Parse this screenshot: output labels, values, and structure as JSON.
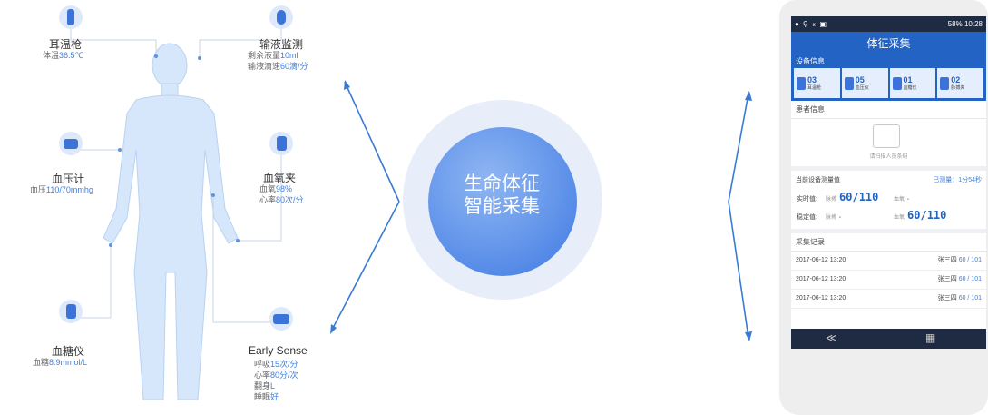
{
  "center": {
    "line1": "生命体征",
    "line2": "智能采集"
  },
  "devices": {
    "ear": {
      "title": "耳温枪",
      "l1_pre": "体温",
      "l1_val": "36.5℃"
    },
    "infusion": {
      "title": "输液监测",
      "l1_pre": "剩余液量",
      "l1_val": "10ml",
      "l2_pre": "输液滴速",
      "l2_val": "60滴/分"
    },
    "bp": {
      "title": "血压计",
      "l1_pre": "血压",
      "l1_val": "110/70mmhg"
    },
    "oxygen": {
      "title": "血氧夹",
      "l1_pre": "血氧",
      "l1_val": "98%",
      "l2_pre": "心率",
      "l2_val": "80次/分"
    },
    "glucose": {
      "title": "血糖仪",
      "l1_pre": "血糖",
      "l1_val": "8.9mmol/L"
    },
    "early": {
      "title": "Early Sense",
      "l1_pre": "呼吸",
      "l1_val": "15次/分",
      "l2_pre": "心率",
      "l2_val": "80分/次",
      "l3_pre": "翻身",
      "l3_val": "L",
      "l4_pre": "睡眠",
      "l4_val": "好"
    }
  },
  "phone": {
    "status_right": "58% 10:28",
    "title": "体征采集",
    "device_header": "设备信息",
    "device_cells": [
      {
        "num": "03",
        "name": "耳温枪"
      },
      {
        "num": "05",
        "name": "血压仪"
      },
      {
        "num": "01",
        "name": "血糖仪"
      },
      {
        "num": "02",
        "name": "脉搏夹"
      }
    ],
    "patient_header": "患者信息",
    "patient_hint": "请扫描人员条码",
    "meas_header": "当前设备测量值",
    "meas_time": "已测量：1分54秒",
    "realtime_label": "实时值:",
    "stable_label": "稳定值:",
    "pulse_label": "脉搏",
    "bp_label": "血氧",
    "realtime_pulse": "60/110",
    "realtime_bp": "-",
    "stable_pulse": "-",
    "stable_bp": "60/110",
    "records_header": "采集记录",
    "records": [
      {
        "time": "2017-06-12 13:20",
        "name": "张三四",
        "value": "60 / 101"
      },
      {
        "time": "2017-06-12 13:20",
        "name": "张三四",
        "value": "60 / 101"
      },
      {
        "time": "2017-06-12 13:20",
        "name": "张三四",
        "value": "60 / 101"
      }
    ],
    "nav_back": "≪",
    "nav_grid": "▦"
  },
  "colors": {
    "accent": "#2263c4",
    "value": "#3f7fe0",
    "body": "#d6e7fb"
  }
}
